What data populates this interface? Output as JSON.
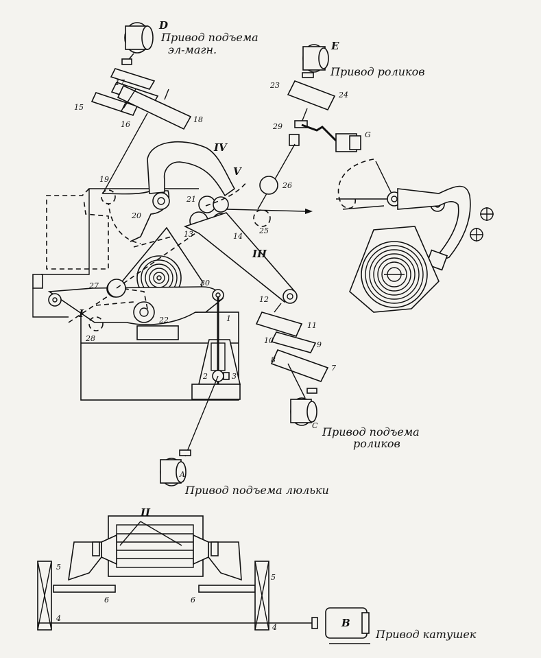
{
  "captions": {
    "drive_d": "Привод подъема\nэл-магн.",
    "drive_e": "Привод роликов",
    "drive_c": "Привод подъема\nроликов",
    "drive_a": "Привод подъема люльки",
    "drive_b": "Привод катушек"
  },
  "letters": {
    "D": "D",
    "E": "E",
    "G": "G",
    "C": "C",
    "A": "A",
    "B": "B"
  },
  "roman": {
    "I": "I",
    "II": "II",
    "III": "III",
    "IV": "IV",
    "V": "V"
  },
  "numbers": {
    "n1": "1",
    "n2": "2",
    "n3": "3",
    "n4a": "4",
    "n4b": "4",
    "n5a": "5",
    "n5b": "5",
    "n6a": "6",
    "n6b": "6",
    "n7": "7",
    "n8": "8",
    "n9": "9",
    "n10": "10",
    "n11": "11",
    "n12": "12",
    "n13": "13",
    "n14": "14",
    "n15": "15",
    "n16": "16",
    "n17": "17",
    "n18": "18",
    "n19": "19",
    "n20": "20",
    "n21": "21",
    "n22": "22",
    "n23": "23",
    "n24": "24",
    "n25": "25",
    "n26": "26",
    "n27": "27",
    "n28": "28",
    "n29": "29",
    "n30": "30"
  }
}
